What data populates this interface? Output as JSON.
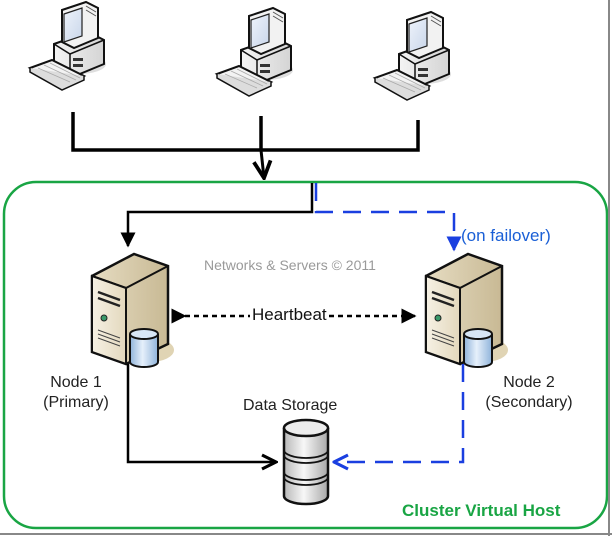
{
  "diagram": {
    "watermark": "Networks & Servers © 2011",
    "clients": [
      {
        "name": "client-1",
        "icon": "desktop-computer-icon"
      },
      {
        "name": "client-2",
        "icon": "desktop-computer-icon"
      },
      {
        "name": "client-3",
        "icon": "desktop-computer-icon"
      }
    ],
    "nodes": [
      {
        "title": "Node 1",
        "role": "(Primary)",
        "icon": "server-icon"
      },
      {
        "title": "Node 2",
        "role": "(Secondary)",
        "icon": "server-icon"
      }
    ],
    "heartbeat_label": "Heartbeat",
    "failover_label": "(on failover)",
    "storage_label": "Data Storage",
    "storage_icon": "database-icon",
    "cluster_label": "Cluster Virtual Host",
    "colors": {
      "cluster_border": "#19a544",
      "failover_path": "#1a3fe0",
      "failover_text": "#1a5fd6",
      "link": "#000000",
      "watermark": "#9a9a9a"
    }
  }
}
